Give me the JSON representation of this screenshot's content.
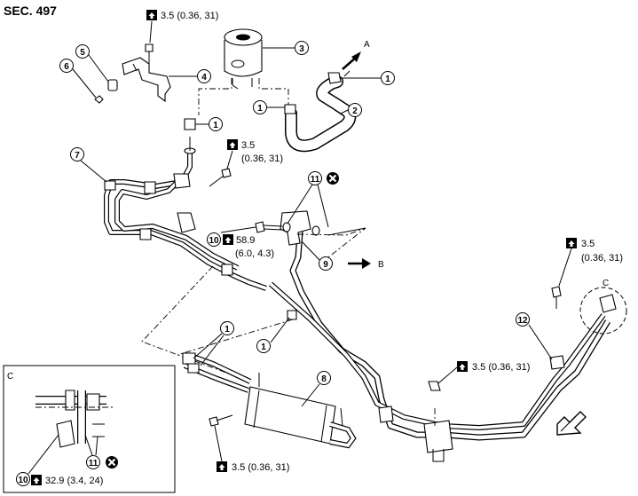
{
  "section_title": "SEC. 497",
  "callouts": {
    "n1": "1",
    "n2": "2",
    "n3": "3",
    "n4": "4",
    "n5": "5",
    "n6": "6",
    "n7": "7",
    "n8": "8",
    "n9": "9",
    "n10": "10",
    "n11": "11",
    "n12": "12"
  },
  "arrow_labels": {
    "a": "A",
    "b": "B",
    "c": "C"
  },
  "detail_view_label": "C",
  "torques": {
    "top": "3.5 (0.36, 31)",
    "mid_left_value": "3.5",
    "mid_left_units": "(0.36, 31)",
    "bolt10_value": "58.9",
    "bolt10_units": "(6.0, 4.3)",
    "right_value": "3.5",
    "right_units": "(0.36, 31)",
    "center": "3.5 (0.36, 31)",
    "bottom": "3.5 (0.36, 31)",
    "detail": "32.9 (3.4, 24)"
  },
  "icons": {
    "torque": "torque-wrench-icon",
    "do_not_reuse": "do-not-reuse-icon",
    "front": "front-direction-arrow-icon"
  }
}
